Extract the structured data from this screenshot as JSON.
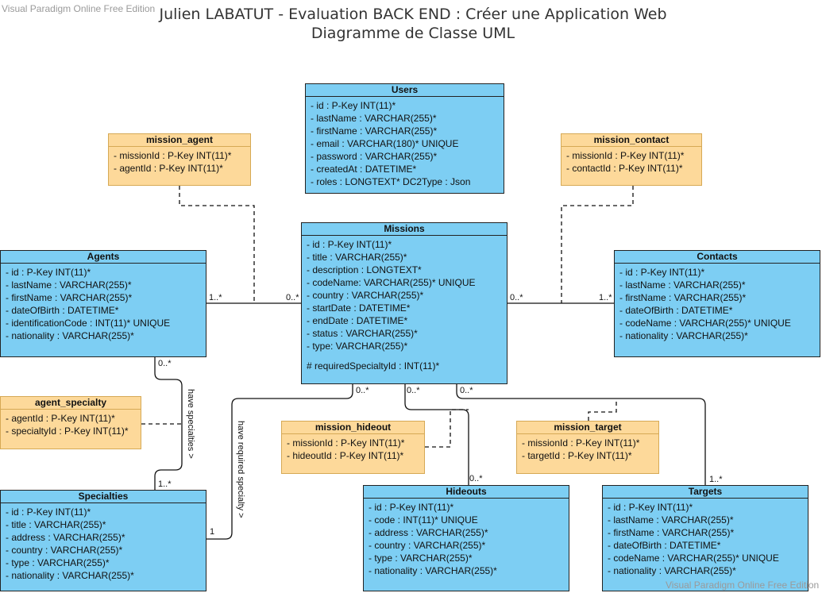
{
  "watermark_top": "Visual Paradigm Online Free Edition",
  "watermark_bottom": "Visual Paradigm Online Free Edition",
  "title_line1": "Julien LABATUT - Evaluation BACK END : Créer une Application Web",
  "title_line2": "Diagramme de Classe UML",
  "classes": {
    "users": {
      "name": "Users",
      "attributes": [
        "- id : P-Key INT(11)*",
        "- lastName : VARCHAR(255)*",
        "- firstName : VARCHAR(255)*",
        "- email : VARCHAR(180)* UNIQUE",
        "- password : VARCHAR(255)*",
        "- createdAt : DATETIME*",
        "- roles : LONGTEXT* DC2Type : Json"
      ]
    },
    "mission_agent": {
      "name": "mission_agent",
      "attributes": [
        "- missionId : P-Key INT(11)*",
        "- agentId : P-Key INT(11)*"
      ]
    },
    "mission_contact": {
      "name": "mission_contact",
      "attributes": [
        "- missionId : P-Key INT(11)*",
        "- contactId : P-Key INT(11)*"
      ]
    },
    "missions": {
      "name": "Missions",
      "attributes": [
        "- id : P-Key INT(11)*",
        "- title : VARCHAR(255)*",
        "- description : LONGTEXT*",
        "- codeName: VARCHAR(255)* UNIQUE",
        "- country : VARCHAR(255)*",
        "- startDate : DATETIME*",
        "- endDate : DATETIME*",
        "- status : VARCHAR(255)*",
        "- type: VARCHAR(255)*",
        "# requiredSpecialtyId : INT(11)*"
      ]
    },
    "agents": {
      "name": "Agents",
      "attributes": [
        "- id : P-Key INT(11)*",
        "- lastName : VARCHAR(255)*",
        "- firstName : VARCHAR(255)*",
        "- dateOfBirth : DATETIME*",
        "- identificationCode : INT(11)* UNIQUE",
        "- nationality : VARCHAR(255)*"
      ]
    },
    "contacts": {
      "name": "Contacts",
      "attributes": [
        "- id : P-Key INT(11)*",
        "- lastName : VARCHAR(255)*",
        "- firstName : VARCHAR(255)*",
        "- dateOfBirth : DATETIME*",
        "- codeName : VARCHAR(255)* UNIQUE",
        "- nationality : VARCHAR(255)*"
      ]
    },
    "agent_specialty": {
      "name": "agent_specialty",
      "attributes": [
        "- agentId : P-Key INT(11)*",
        "- specialtyId : P-Key INT(11)*"
      ]
    },
    "mission_hideout": {
      "name": "mission_hideout",
      "attributes": [
        "- missionId : P-Key INT(11)*",
        "- hideoutId : P-Key INT(11)*"
      ]
    },
    "mission_target": {
      "name": "mission_target",
      "attributes": [
        "- missionId : P-Key INT(11)*",
        "- targetId : P-Key INT(11)*"
      ]
    },
    "specialties": {
      "name": "Specialties",
      "attributes": [
        "- id : P-Key INT(11)*",
        "- title : VARCHAR(255)*",
        "- address : VARCHAR(255)*",
        "- country : VARCHAR(255)*",
        "- type : VARCHAR(255)*",
        "- nationality : VARCHAR(255)*"
      ]
    },
    "hideouts": {
      "name": "Hideouts",
      "attributes": [
        "- id : P-Key INT(11)*",
        "- code : INT(11)* UNIQUE",
        "- address : VARCHAR(255)*",
        "- country : VARCHAR(255)*",
        "- type : VARCHAR(255)*",
        "- nationality : VARCHAR(255)*"
      ]
    },
    "targets": {
      "name": "Targets",
      "attributes": [
        "- id : P-Key INT(11)*",
        "- lastName : VARCHAR(255)*",
        "- firstName : VARCHAR(255)*",
        "- dateOfBirth : DATETIME*",
        "- codeName : VARCHAR(255)* UNIQUE",
        "- nationality : VARCHAR(255)*"
      ]
    }
  },
  "multiplicities": {
    "agents_missions_agent_end": "1..*",
    "agents_missions_mission_end": "0..*",
    "missions_contacts_mission_end": "0..*",
    "missions_contacts_contact_end": "1..*",
    "agents_specialties_agent_end": "0..*",
    "agents_specialties_specialty_end": "1..*",
    "specialty_missions_specialty_end": "1",
    "specialty_missions_mission_end": "0..*",
    "missions_hideouts_mission_end": "0..*",
    "missions_hideouts_hideout_end": "0..*",
    "missions_targets_mission_end": "0..*",
    "missions_targets_target_end": "1..*"
  },
  "association_labels": {
    "have_specialties": "have specialties >",
    "have_required_specialty": "have required specialty >"
  }
}
